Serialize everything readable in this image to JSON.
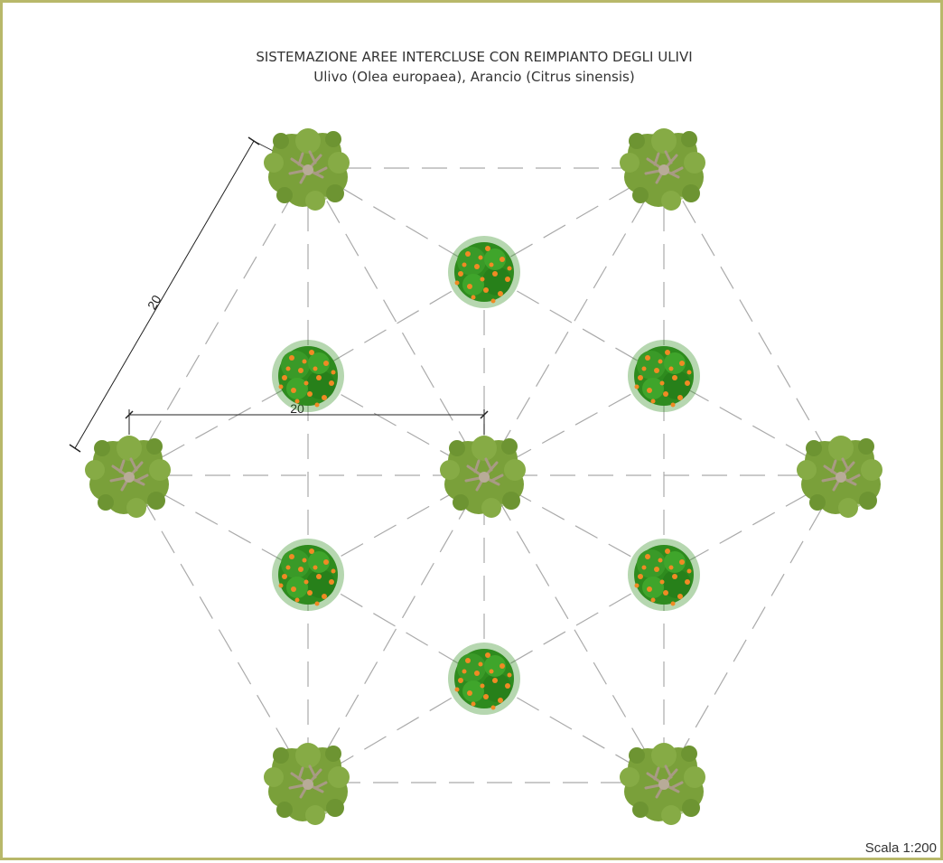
{
  "title": "SISTEMAZIONE AREE INTERCLUSE CON REIMPIANTO DEGLI ULIVI",
  "subtitle": "Ulivo (Olea europaea), Arancio (Citrus sinensis)",
  "scale_label": "Scala 1:200",
  "dimension_diagonal": "20",
  "dimension_horizontal": "20",
  "colors": {
    "frame": "#b8b86a",
    "olive_foliage": "#7aa03a",
    "olive_branches": "#a89a84",
    "orange_foliage": "#2e8b1e",
    "orange_fruit": "#f08a24",
    "grid_lines": "#aaaaaa"
  },
  "legend": {
    "olive": "Ulivo (Olea europaea)",
    "orange": "Arancio (Citrus sinensis)"
  }
}
